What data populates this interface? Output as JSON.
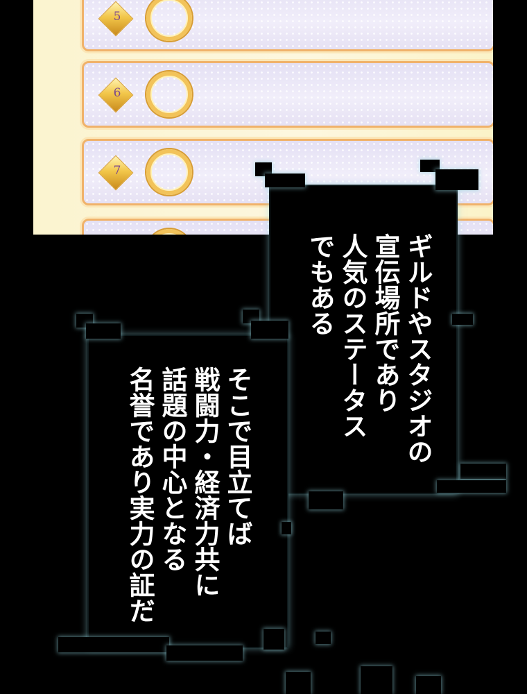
{
  "ranking_panel": {
    "rows": [
      {
        "rank": "5"
      },
      {
        "rank": "6"
      },
      {
        "rank": "7"
      },
      {
        "rank": ""
      }
    ]
  },
  "caption_1": {
    "lines": [
      "ギルドやスタジオの",
      "宣伝場所であり",
      "人気のステータス",
      "でもある"
    ]
  },
  "caption_2": {
    "lines": [
      "そこで目立てば",
      "戦闘力・経済力共に",
      "話題の中心となる",
      "名誉であり実力の証だ"
    ]
  }
}
